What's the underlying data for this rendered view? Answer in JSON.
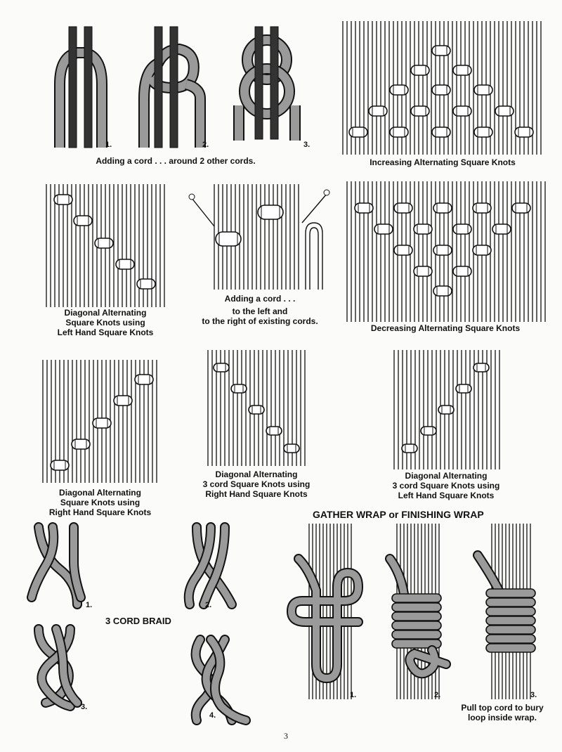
{
  "page_number": "3",
  "step_numbers": {
    "one": "1.",
    "two": "2.",
    "three": "3.",
    "four": "4."
  },
  "captions": {
    "adding_cord_around": "Adding a cord . . . around 2 other cords.",
    "increasing": "Increasing Alternating Square Knots",
    "diag_left_lines": [
      "Diagonal Alternating",
      "Square Knots using",
      "Left Hand Square Knots"
    ],
    "adding_cord_sides_lines": [
      "Adding a cord . . .",
      "to the left and",
      "to the right of existing cords."
    ],
    "decreasing": "Decreasing Alternating Square Knots",
    "diag_right_lines": [
      "Diagonal Alternating",
      "Square Knots using",
      "Right Hand Square Knots"
    ],
    "diag3_right_lines": [
      "Diagonal Alternating",
      "3 cord Square Knots using",
      "Right Hand Square Knots"
    ],
    "diag3_left_lines": [
      "Diagonal Alternating",
      "3 cord Square Knots using",
      "Left Hand Square Knots"
    ],
    "braid_title": "3 CORD BRAID",
    "gather_title": "GATHER WRAP or FINISHING WRAP",
    "pull_lines": [
      "Pull top cord to bury",
      "loop inside wrap."
    ]
  },
  "colors": {
    "ink": "#111111",
    "cord_gray": "#9a9a9a",
    "dark_cord": "#333333",
    "paper": "#fbfbf9"
  }
}
